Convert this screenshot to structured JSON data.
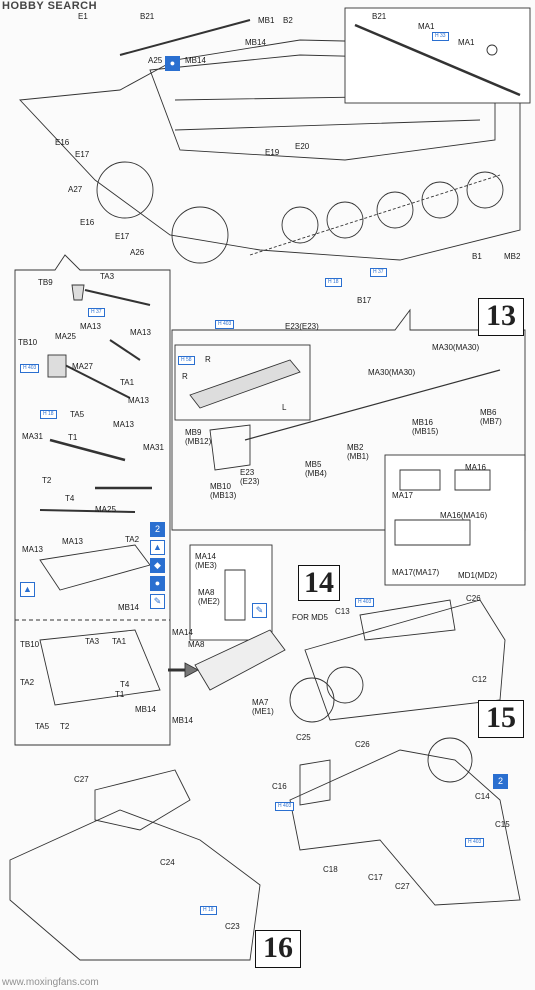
{
  "header": {
    "brand": "HOBBY SEARCH"
  },
  "steps": [
    "13",
    "14",
    "15",
    "16"
  ],
  "labels": {
    "b21_top": "B21",
    "e1": "E1",
    "mb1": "MB1",
    "b2": "B2",
    "a25": "A25",
    "mb14_top": "MB14",
    "mb14_hull": "MB14",
    "b21_inset": "B21",
    "ma1_a": "MA1",
    "ma1_b": "MA1",
    "e16_a": "E16",
    "e17_a": "E17",
    "a27": "A27",
    "e16_b": "E16",
    "e17_b": "E17",
    "a26": "A26",
    "e19": "E19",
    "e20": "E20",
    "b17": "B17",
    "b1": "B1",
    "mb2": "MB2",
    "e23": "E23(E23)",
    "tb9": "TB9",
    "tb10": "TB10",
    "ta3": "TA3",
    "ma25_a": "MA25",
    "ma13_a": "MA13",
    "ma13_b": "MA13",
    "ma27": "MA27",
    "ta1": "TA1",
    "ma13_c": "MA13",
    "ta5": "TA5",
    "ma13_d": "MA13",
    "ma31_a": "MA31",
    "t1": "T1",
    "ma31_b": "MA31",
    "t2": "T2",
    "t4": "T4",
    "ma25_b": "MA25",
    "ma13_e": "MA13",
    "ma13_f": "MA13",
    "ta2": "TA2",
    "mb14_box": "MB14",
    "tb10_b": "TB10",
    "ta3_b": "TA3",
    "ta1_b": "TA1",
    "ta2_b": "TA2",
    "t4_b": "T4",
    "t1_b": "T1",
    "mb14_c": "MB14",
    "ta5_b": "TA5",
    "t2_b": "T2",
    "r_a": "R",
    "r_b": "R",
    "l_a": "L",
    "ma30_a": "MA30(MA30)",
    "ma30_b": "MA30(MA30)",
    "mb6": "MB6",
    "mb7": "(MB7)",
    "mb16": "MB16",
    "mb15": "(MB15)",
    "mb9": "MB9",
    "mb12": "(MB12)",
    "mb2b": "MB2",
    "mb1b": "(MB1)",
    "mb5": "MB5",
    "mb4": "(MB4)",
    "e23b": "E23",
    "e23c": "(E23)",
    "mb10": "MB10",
    "mb13": "(MB13)",
    "ma16": "MA16",
    "ma17": "MA17",
    "ma16b": "MA16(MA16)",
    "ma17b": "MA17(MA17)",
    "md1": "MD1(MD2)",
    "ma14": "MA14",
    "me3": "(ME3)",
    "ma8": "MA8",
    "me2": "(ME2)",
    "ma14b": "MA14",
    "ma8b": "MA8",
    "mb14_d": "MB14",
    "ma7": "MA7",
    "me1": "(ME1)",
    "for_md5": "FOR MD5",
    "c13": "C13",
    "c26_a": "C26",
    "c12": "C12",
    "c25": "C25",
    "c26_b": "C26",
    "c16": "C16",
    "c14": "C14",
    "c15": "C15",
    "c18": "C18",
    "c17": "C17",
    "c27_a": "C27",
    "c27_b": "C27",
    "c24": "C24",
    "c23": "C23"
  },
  "paint_codes": [
    "H 33",
    "H 37",
    "H 403",
    "H 18",
    "H 37",
    "H 403",
    "H 18",
    "H 403",
    "H 58",
    "H 403",
    "H 403",
    "H 18"
  ],
  "icons": [
    "2",
    "▲",
    "◆",
    "●",
    "✎",
    "▲",
    "2",
    "●",
    "✎"
  ],
  "watermark": "www.moxingfans.com"
}
